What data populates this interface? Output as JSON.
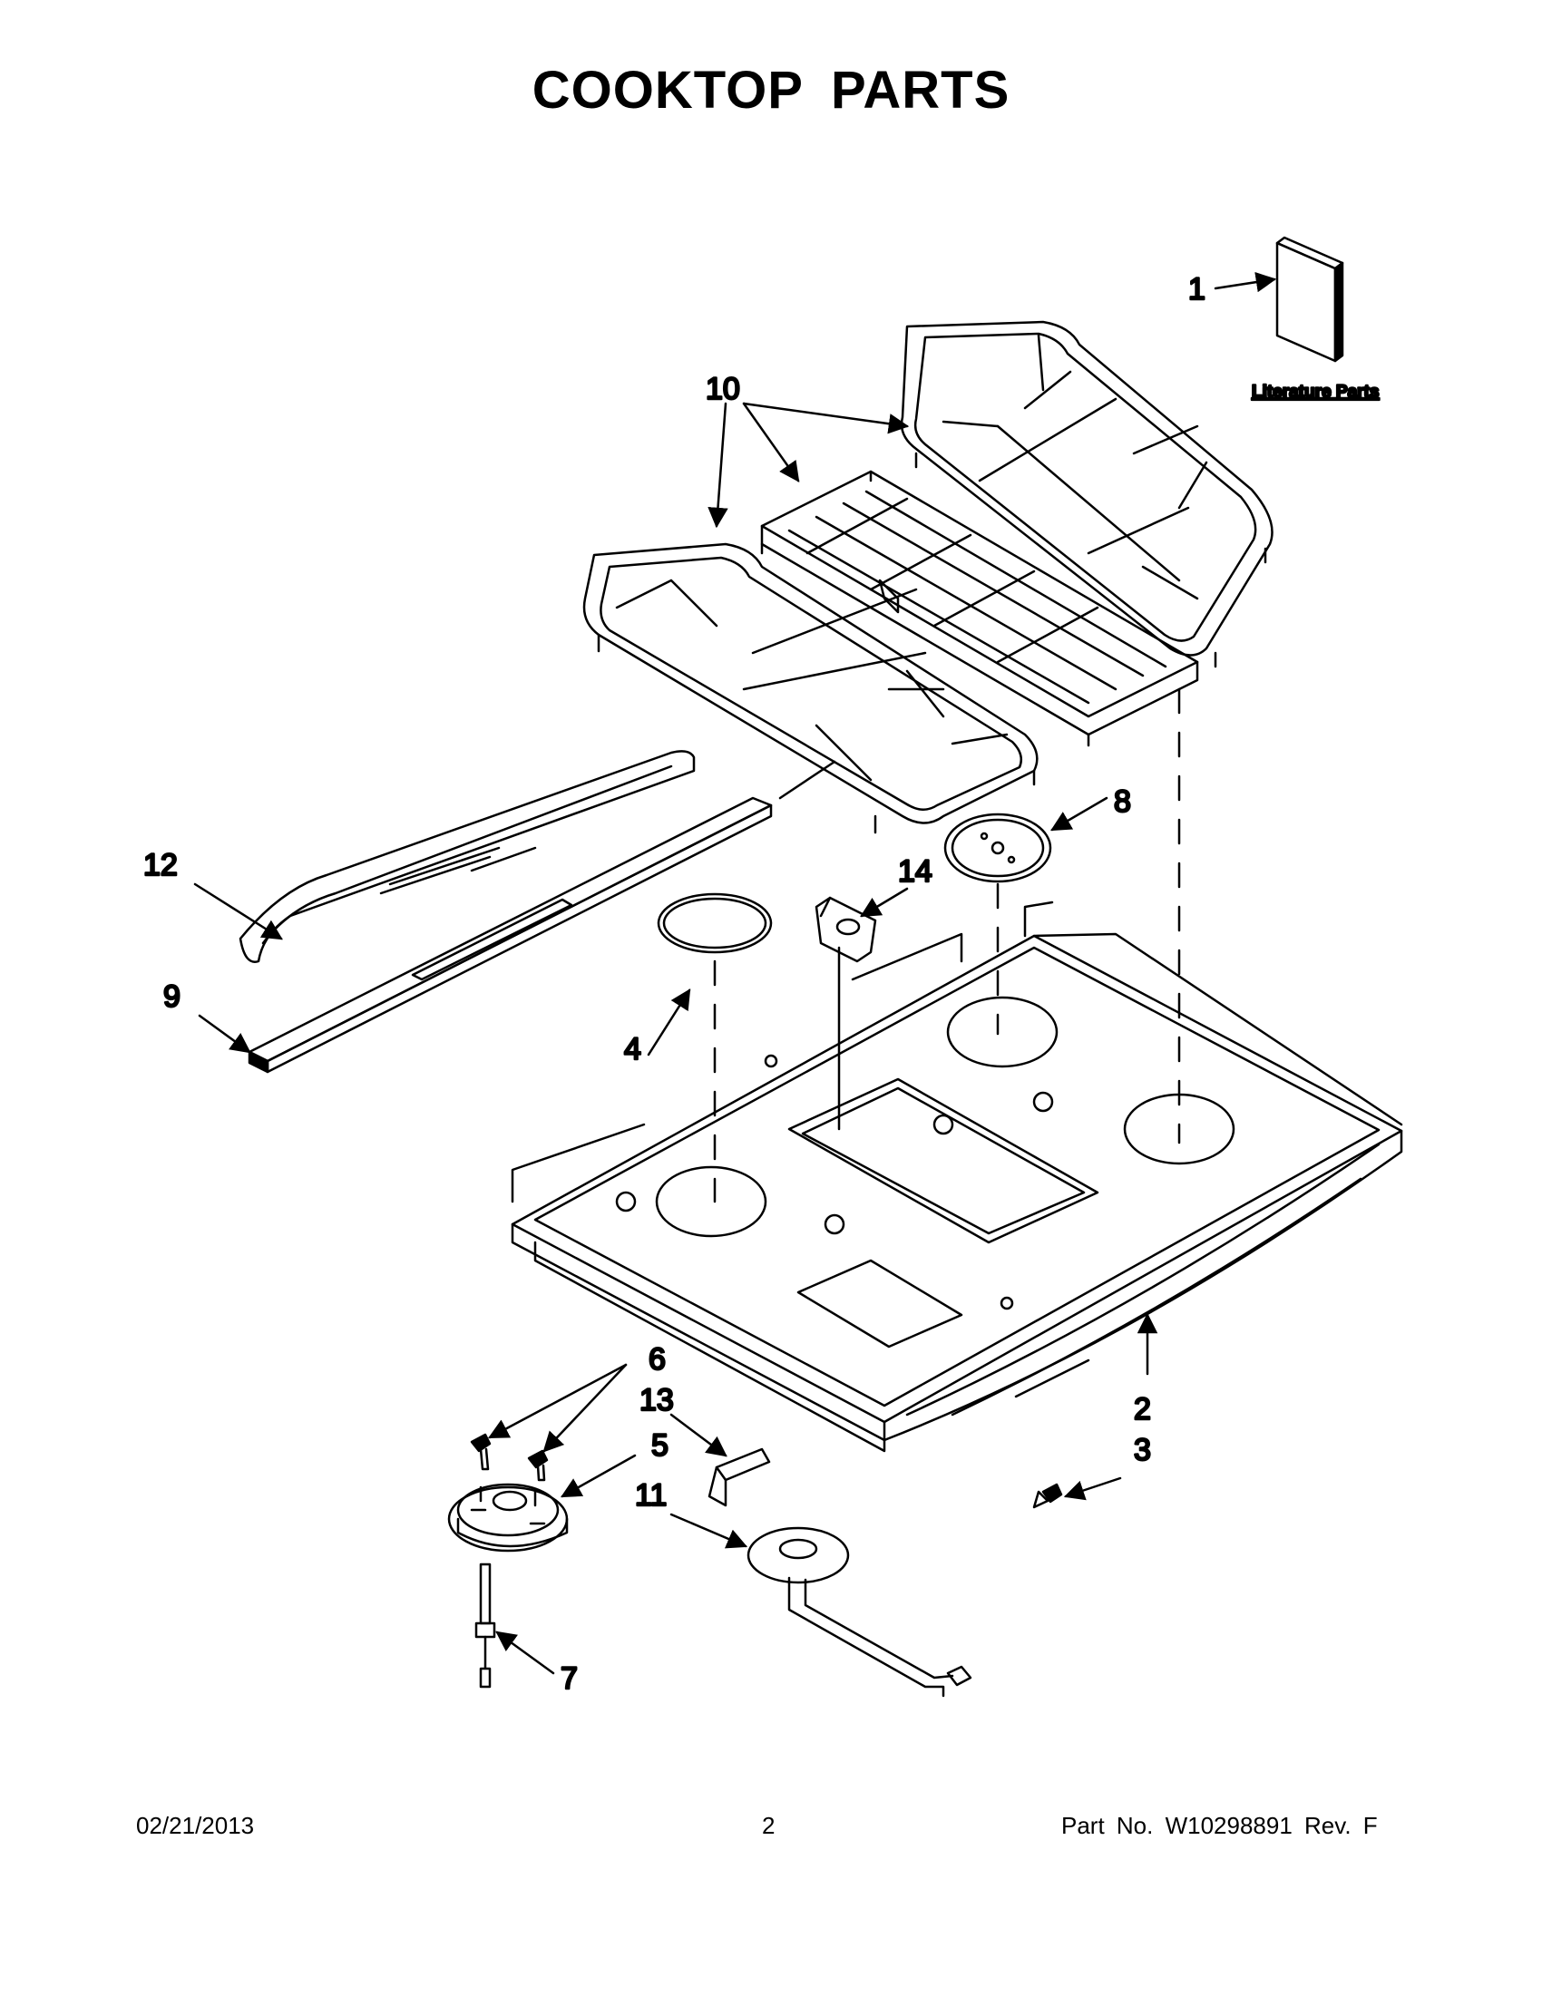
{
  "title": "COOKTOP PARTS",
  "literature_label": "Literature Parts",
  "callouts": [
    "1",
    "2",
    "3",
    "4",
    "5",
    "6",
    "7",
    "8",
    "9",
    "10",
    "11",
    "12",
    "13",
    "14"
  ],
  "footer": {
    "date": "02/21/2013",
    "page": "2",
    "part": "Part No.  W10298891  Rev.  F"
  }
}
